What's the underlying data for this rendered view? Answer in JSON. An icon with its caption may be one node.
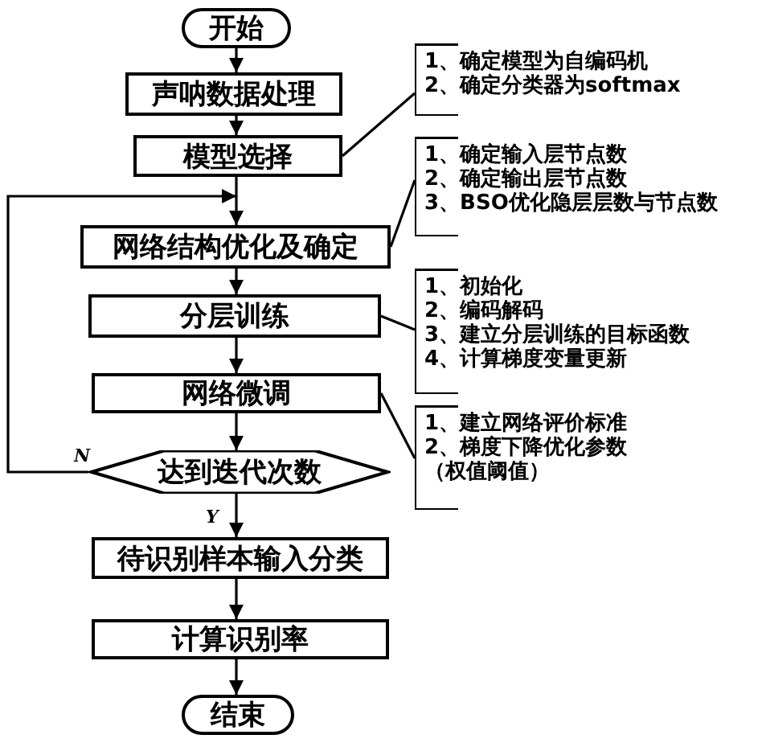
{
  "diagram": {
    "nodes": [
      {
        "text": [
          "开始"
        ]
      },
      {
        "text": [
          "声呐数据处理"
        ]
      },
      {
        "text": [
          "1、确定模型为自编码机",
          "2、确定分类器为softmax"
        ]
      },
      {
        "text": [
          "模型选择"
        ]
      },
      {
        "text": [
          "1、确定输入层节点数",
          "2、确定输出层节点数",
          "3、BSO优化隐层层数与节点数"
        ]
      },
      {
        "text": [
          "网络结构优化及确定"
        ]
      },
      {
        "text": [
          "1、初始化",
          "2、编码解码",
          "3、建立分层训练的目标函数",
          "4、计算梯度变量更新"
        ]
      },
      {
        "text": [
          "分层训练"
        ]
      },
      {
        "text": [
          "网络微调"
        ]
      },
      {
        "text": [
          "1、建立网络评价标准",
          "2、梯度下降优化参数（权值阈值）"
        ]
      },
      {
        "text": [
          "达到迭代次数"
        ]
      },
      {
        "text": [
          "待识别样本输入分类"
        ]
      },
      {
        "text": [
          "计算识别率"
        ]
      },
      {
        "text": [
          "结束"
        ]
      }
    ],
    "edges": [
      {
        "from": 0,
        "to": 1,
        "arrow": "to"
      },
      {
        "from": 1,
        "to": 3,
        "arrow": "to"
      },
      {
        "from": 3,
        "to": 5,
        "arrow": "to"
      },
      {
        "from": 5,
        "to": 7,
        "arrow": "to"
      },
      {
        "from": 7,
        "to": 8,
        "arrow": "to"
      },
      {
        "from": 8,
        "to": 10,
        "arrow": "to"
      },
      {
        "from": 10,
        "to": 11,
        "arrow": "to",
        "label": "Y"
      },
      {
        "from": 11,
        "to": 12,
        "arrow": "to"
      },
      {
        "from": 12,
        "to": 13,
        "arrow": "to"
      },
      {
        "from": 10,
        "to": 5,
        "arrow": "to",
        "label": "N"
      },
      {
        "from": 2,
        "to": 3,
        "arrow": "none"
      },
      {
        "from": 4,
        "to": 5,
        "arrow": "none"
      },
      {
        "from": 6,
        "to": 7,
        "arrow": "none"
      },
      {
        "from": 9,
        "to": 8,
        "arrow": "none"
      }
    ]
  }
}
